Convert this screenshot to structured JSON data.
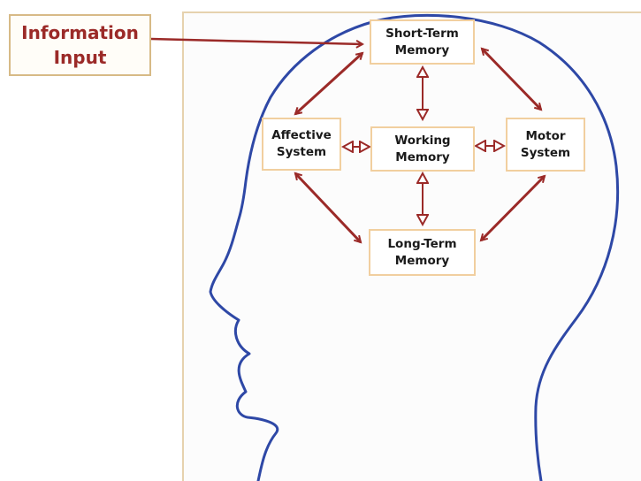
{
  "input": {
    "line1": "Information",
    "line2": "Input"
  },
  "nodes": {
    "short_term": {
      "line1": "Short-Term",
      "line2": "Memory"
    },
    "affective": {
      "line1": "Affective",
      "line2": "System"
    },
    "working": {
      "line1": "Working",
      "line2": "Memory"
    },
    "motor": {
      "line1": "Motor",
      "line2": "System"
    },
    "long_term": {
      "line1": "Long-Term",
      "line2": "Memory"
    }
  },
  "colors": {
    "arrow": "#9b2a28",
    "head_outline": "#2e48a6",
    "node_border": "#f1cf9f",
    "input_border": "#d7ba86",
    "panel_border": "#e6d2ae"
  },
  "icons": {
    "connector": "double-headed-arrow"
  }
}
